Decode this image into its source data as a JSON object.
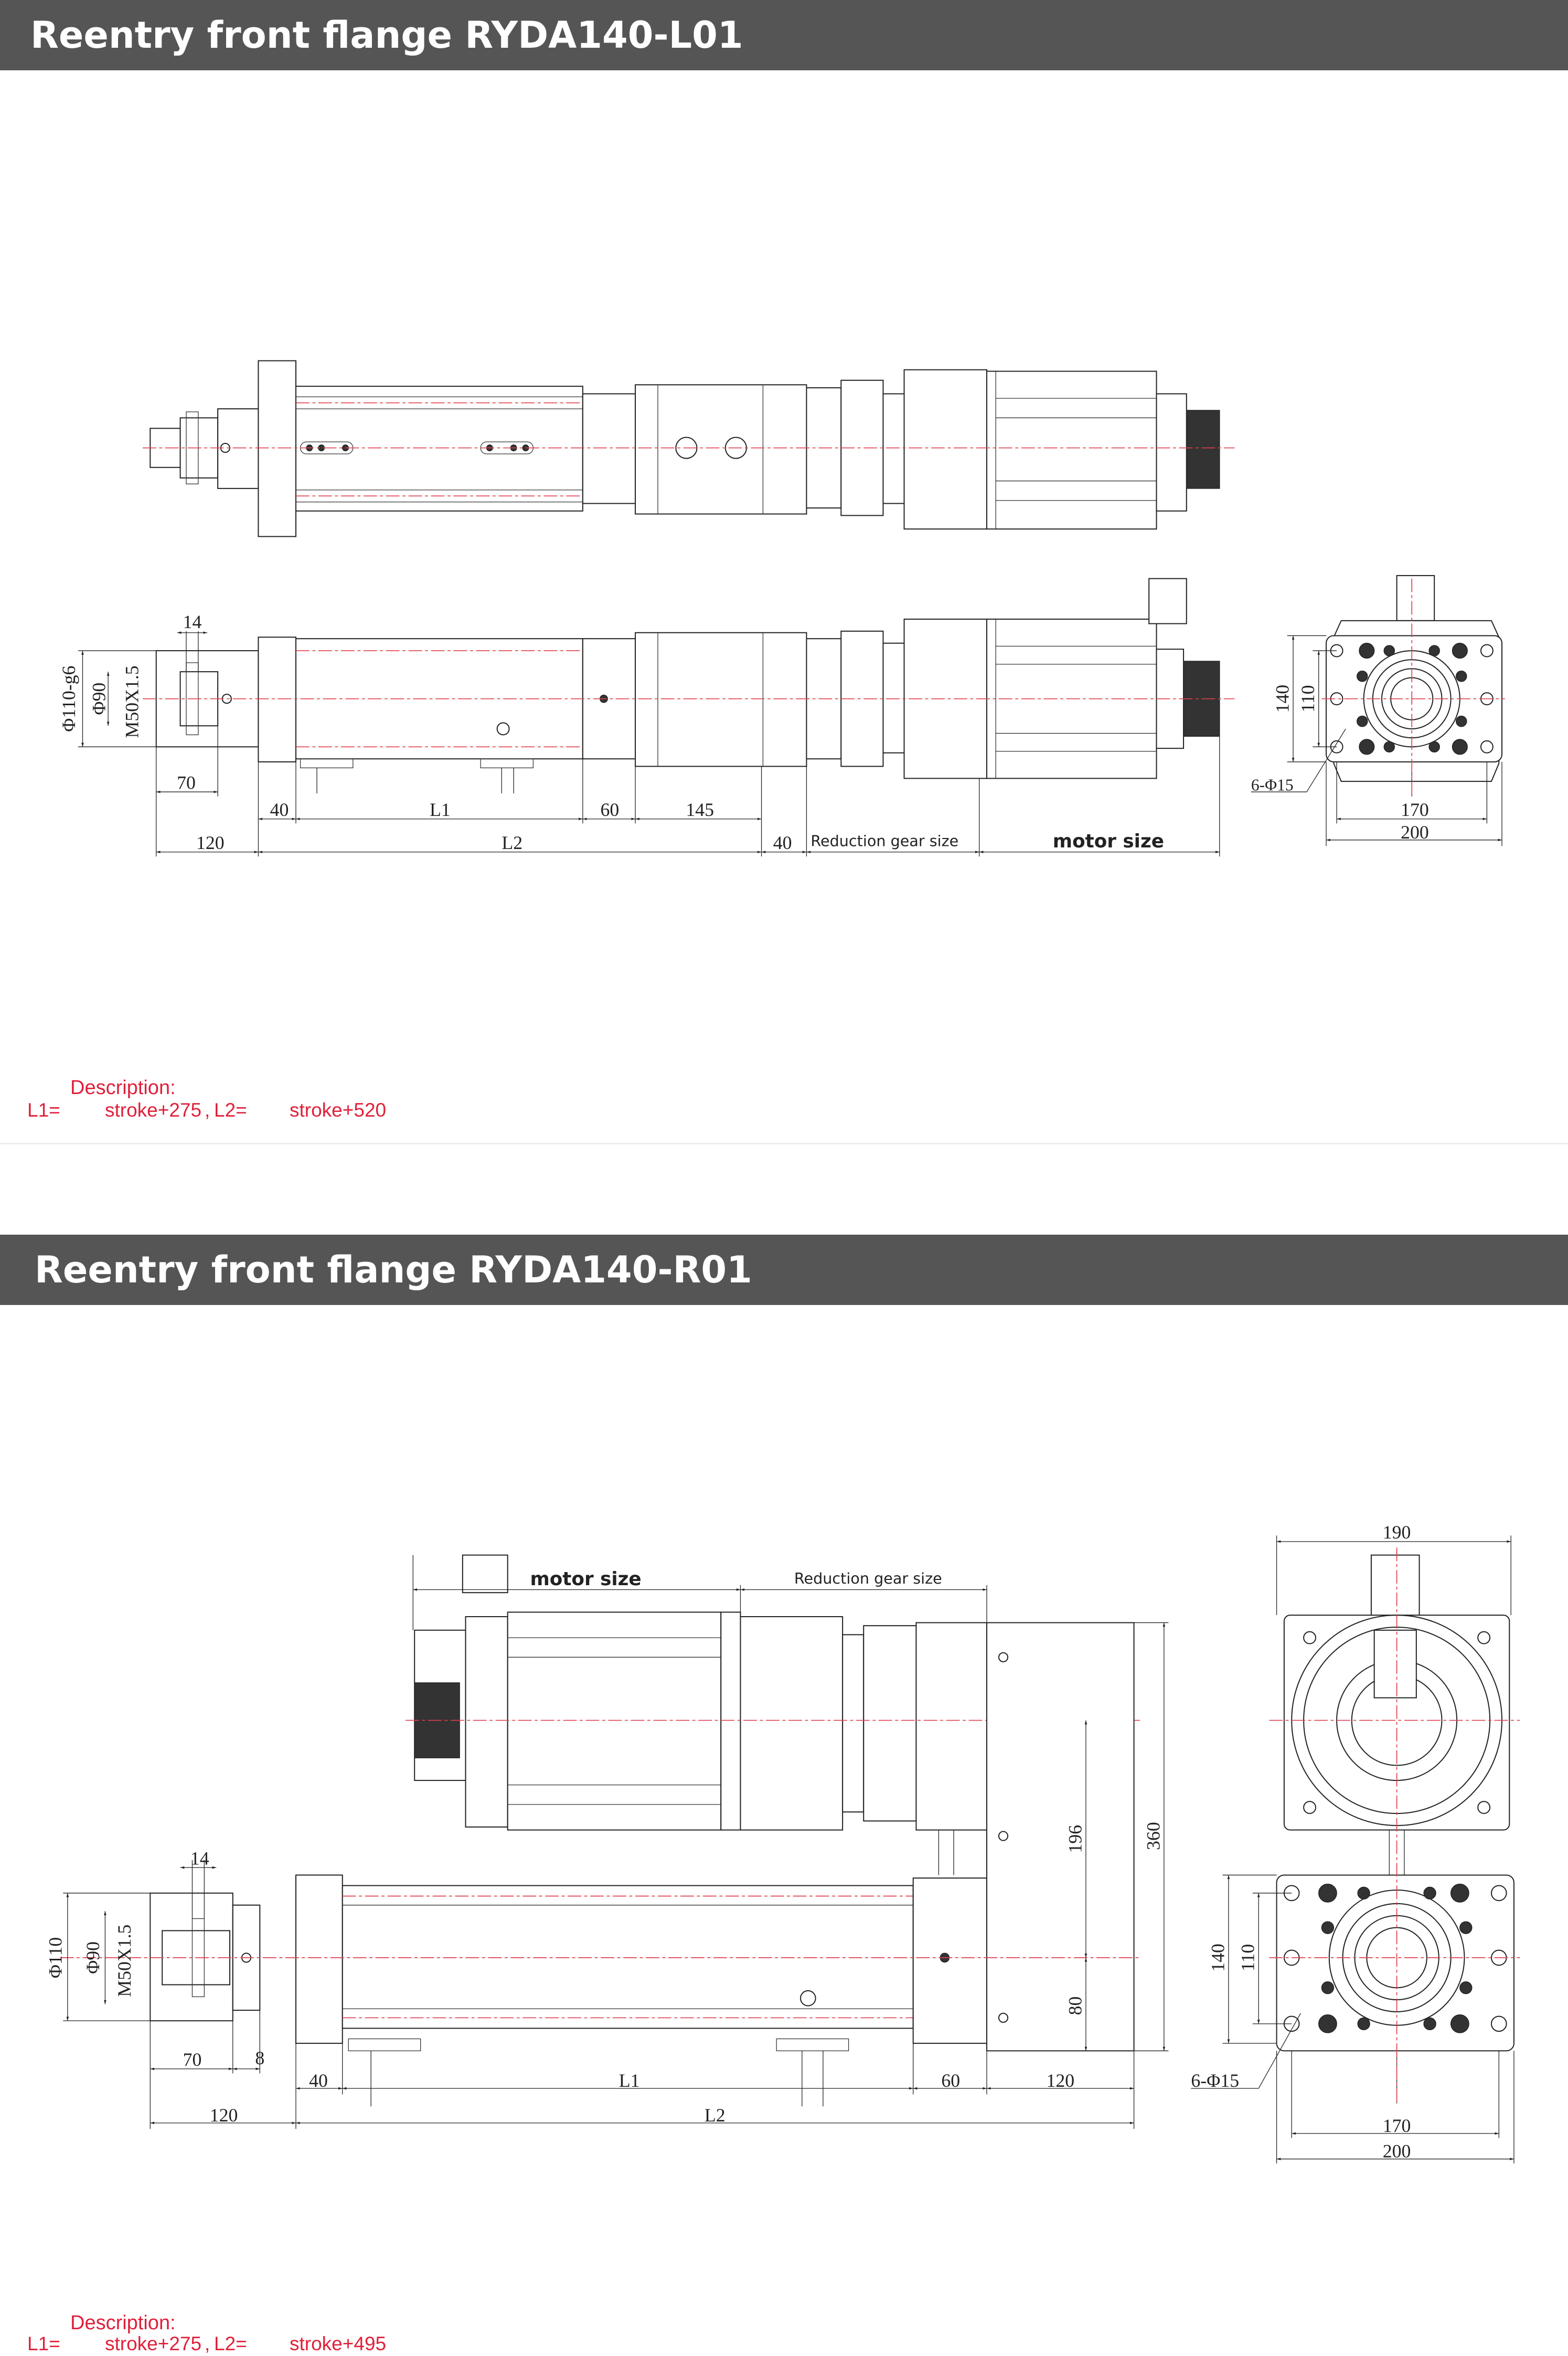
{
  "sections": [
    {
      "title": "Reentry front flange RYDA140-L01",
      "description": {
        "heading": "Description:",
        "l1_label": "L1=",
        "l1_value": "stroke+275",
        "separator": ",",
        "l2_label": "L2=",
        "l2_value": "stroke+520"
      },
      "dimensions": {
        "flange_thickness": "14",
        "diameter_outer": "Φ110-g6",
        "diameter_inner": "Φ90",
        "thread": "M50X1.5",
        "front_length": "70",
        "front_block": "40",
        "l1": "L1",
        "mid_block": "60",
        "coupling": "145",
        "total_front": "120",
        "l2": "L2",
        "adapter": "40",
        "reduction_gear": "Reduction gear size",
        "motor": "motor size",
        "end_height_outer": "140",
        "end_height_inner": "110",
        "holes": "6-Φ15",
        "end_width_inner": "170",
        "end_width_outer": "200"
      }
    },
    {
      "title": "Reentry front flange RYDA140-R01",
      "description": {
        "heading": "Description:",
        "l1_label": "L1=",
        "l1_value": "stroke+275",
        "separator": ",",
        "l2_label": "L2=",
        "l2_value": "stroke+495"
      },
      "dimensions": {
        "motor": "motor size",
        "reduction_gear": "Reduction gear size",
        "flange_thickness": "14",
        "diameter_outer": "Φ110",
        "diameter_inner": "Φ90",
        "thread": "M50X1.5",
        "front_length": "70",
        "gap": "8",
        "front_block": "40",
        "l1": "L1",
        "mid_block": "60",
        "rear_block": "120",
        "total_front": "120",
        "l2": "L2",
        "height_total": "360",
        "height_offset": "196",
        "height_lower": "80",
        "end_width_top": "190",
        "end_height_outer": "140",
        "end_height_inner": "110",
        "holes": "6-Φ15",
        "end_width_inner": "170",
        "end_width_outer": "200"
      }
    }
  ],
  "colors": {
    "header_bg": "#555555",
    "header_text": "#ffffff",
    "description_text": "#e0203a",
    "centerline": "#e0404e"
  }
}
